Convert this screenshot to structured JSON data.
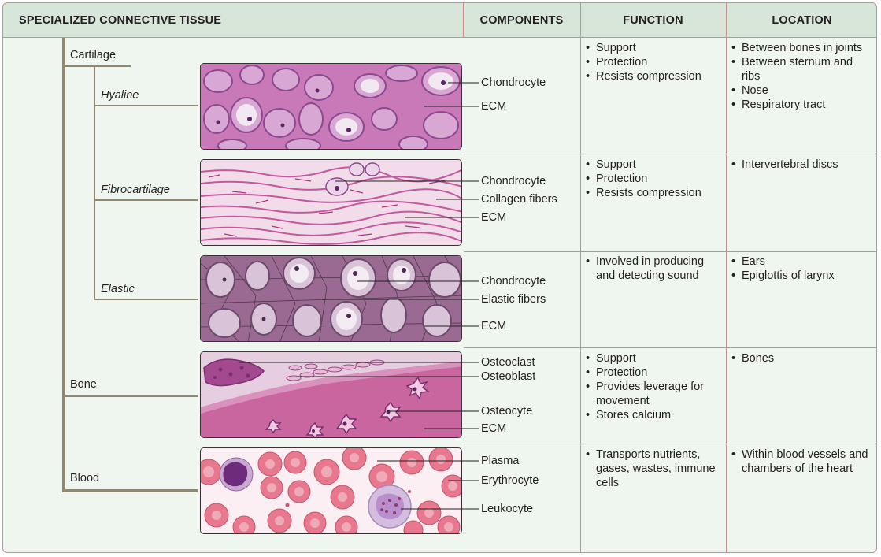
{
  "header": {
    "tissue": "SPECIALIZED CONNECTIVE TISSUE",
    "components": "COMPONENTS",
    "function": "FUNCTION",
    "location": "LOCATION"
  },
  "tree": {
    "cartilage": "Cartilage",
    "hyaline": "Hyaline",
    "fibrocartilage": "Fibrocartilage",
    "elastic": "Elastic",
    "bone": "Bone",
    "blood": "Blood"
  },
  "components": {
    "hyaline": [
      "Chondrocyte",
      "ECM"
    ],
    "fibrocartilage": [
      "Chondrocyte",
      "Collagen fibers",
      "ECM"
    ],
    "elastic": [
      "Chondrocyte",
      "Elastic fibers",
      "ECM"
    ],
    "bone": [
      "Osteoclast",
      "Osteoblast",
      "Osteocyte",
      "ECM"
    ],
    "blood": [
      "Plasma",
      "Erythrocyte",
      "Leukocyte"
    ]
  },
  "function": {
    "hyaline": [
      "Support",
      "Protection",
      "Resists compression"
    ],
    "fibrocartilage": [
      "Support",
      "Protection",
      "Resists compression"
    ],
    "elastic": [
      "Involved in producing and detecting sound"
    ],
    "bone": [
      "Support",
      "Protection",
      "Provides leverage for movement",
      "Stores calcium"
    ],
    "blood": [
      "Transports nutrients, gases, wastes, immune cells"
    ]
  },
  "location": {
    "hyaline": [
      "Between bones in joints",
      "Between sternum and ribs",
      "Nose",
      "Respiratory tract"
    ],
    "fibrocartilage": [
      "Intervertebral discs"
    ],
    "elastic": [
      "Ears",
      "Epiglottis of larynx"
    ],
    "bone": [
      "Bones"
    ],
    "blood": [
      "Within blood vessels and chambers of the heart"
    ]
  },
  "colors": {
    "border": "#c58f8f",
    "header_bg": "#d7e6d9",
    "body_bg": "#eef6ef",
    "tree_line": "#8f8770",
    "cartilage_matrix": "#c978b8",
    "bone_matrix": "#c9669f",
    "blood_bg": "#fbeff3",
    "erythrocyte": "#e7788e",
    "leukocyte": "#7d3f86"
  }
}
